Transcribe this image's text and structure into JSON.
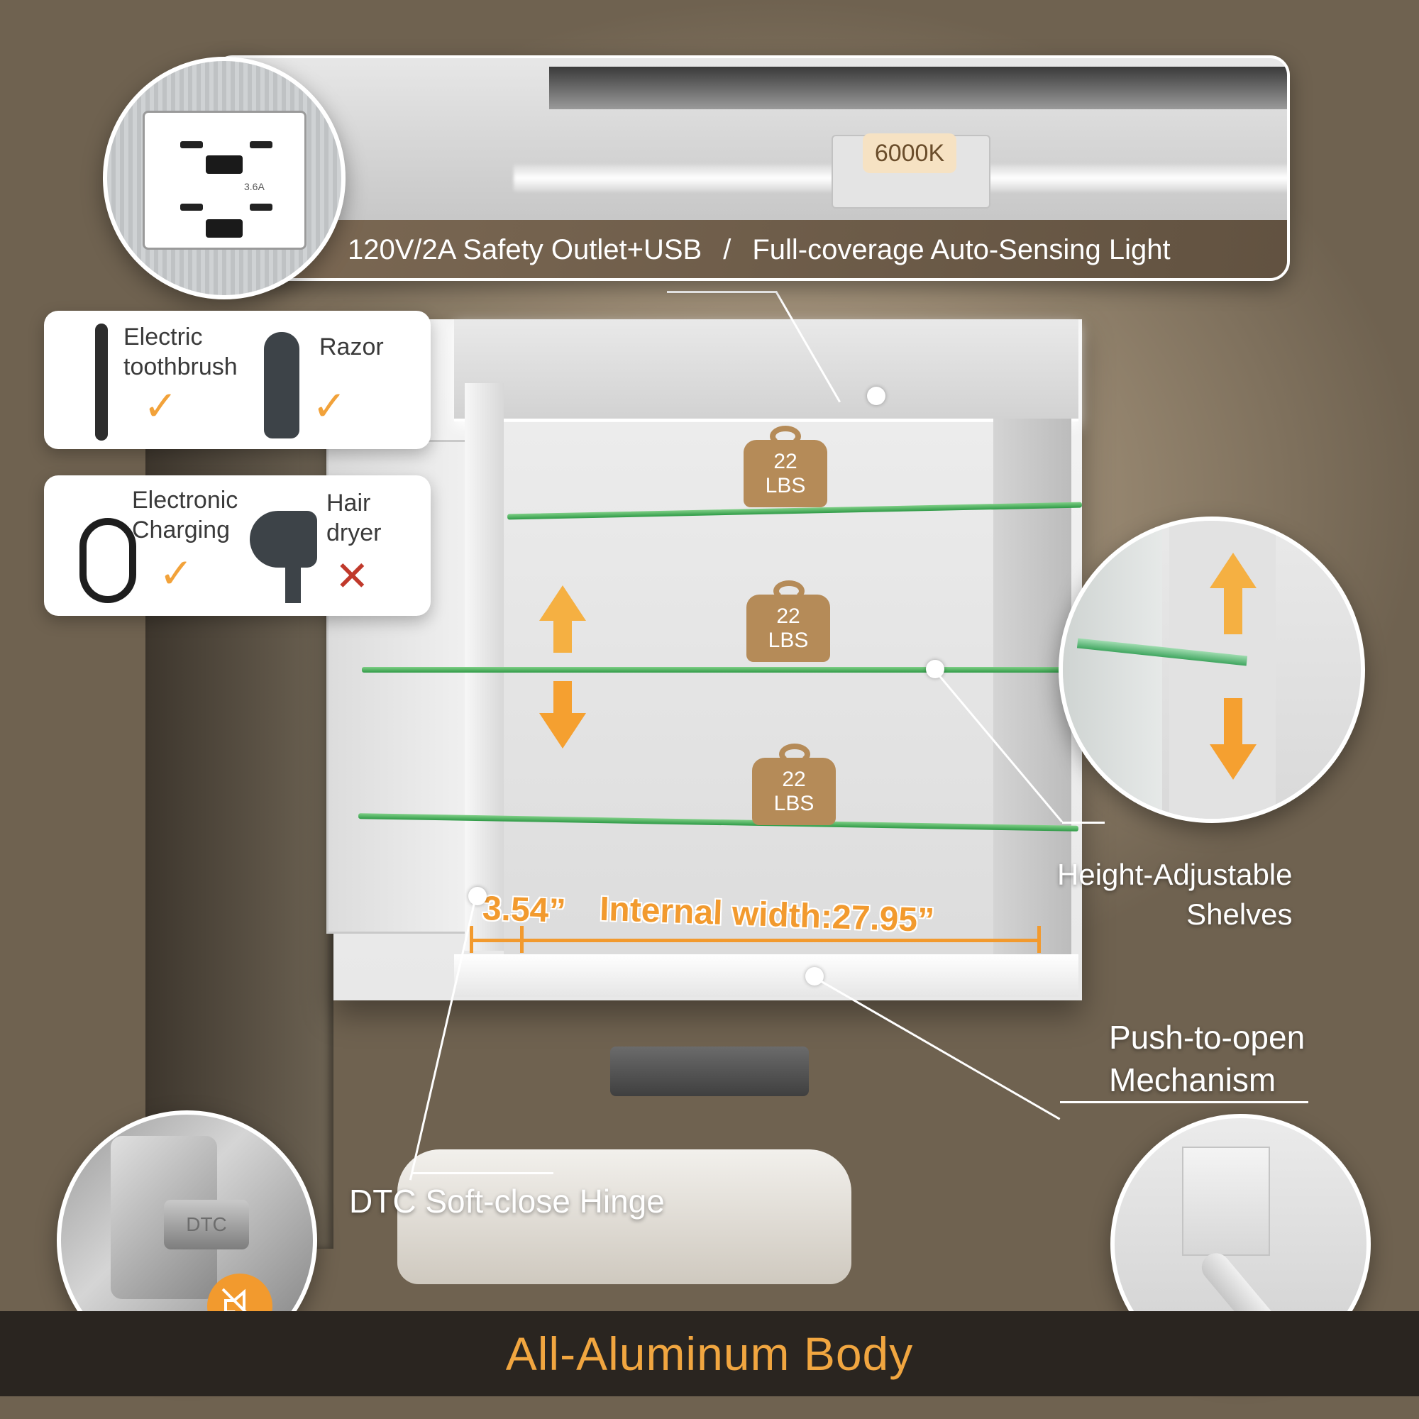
{
  "top_banner": {
    "caption_left": "120V/2A Safety Outlet+USB",
    "separator": "/",
    "caption_right": "Full-coverage Auto-Sensing Light",
    "color_temp_tag": "6000K",
    "outlet_rating": "3.6A"
  },
  "compatibility": {
    "card_1": [
      {
        "label": "Electric\ntoothbrush",
        "icon": "toothbrush-icon",
        "allowed": true
      },
      {
        "label": "Razor",
        "icon": "razor-icon",
        "allowed": true
      }
    ],
    "card_2": [
      {
        "label": "Electronic\nCharging",
        "icon": "usb-cable-icon",
        "allowed": true
      },
      {
        "label": "Hair\ndryer",
        "icon": "hair-dryer-icon",
        "allowed": false
      }
    ],
    "check_glyph": "✓",
    "cross_glyph": "✕"
  },
  "shelves": {
    "load_top": "22\nLBS",
    "load_middle": "22\nLBS",
    "load_bottom": "22\nLBS"
  },
  "dimensions": {
    "depth": "3.54”",
    "internal_width": "Internal width:27.95”"
  },
  "callouts": {
    "shelves": "Height-Adjustable\nShelves",
    "push": "Push-to-open\nMechanism",
    "hinge": "DTC Soft-close Hinge",
    "hinge_brand": "DTC"
  },
  "footer": {
    "title": "All-Aluminum Body"
  },
  "colors": {
    "accent_orange": "#f29a2e",
    "weight_brown": "#b58b58",
    "shelf_green": "#2f9a47",
    "footer_text": "#f1a640"
  }
}
